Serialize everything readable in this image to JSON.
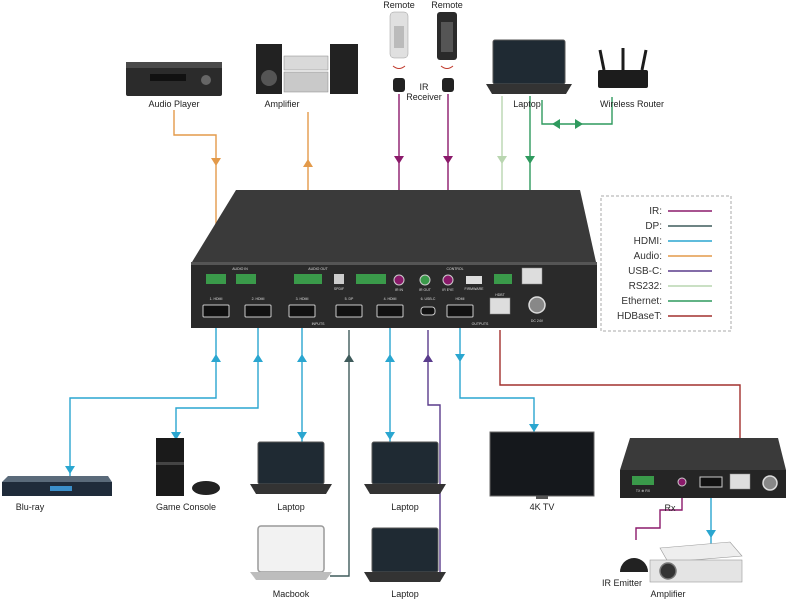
{
  "devices": {
    "audio_player": "Audio Player",
    "amplifier_top": "Amplifier",
    "remote_left": "Remote",
    "remote_right": "Remote",
    "ir_receiver": "IR\nReceiver",
    "laptop_top": "Laptop",
    "wireless_router": "Wireless Router",
    "bluray": "Blu-ray",
    "game_console": "Game Console",
    "laptop_1": "Laptop",
    "laptop_2": "Laptop",
    "macbook": "Macbook",
    "laptop_3": "Laptop",
    "tv": "4K TV",
    "rx": "Rx",
    "ir_emitter": "IR Emitter",
    "amplifier_bottom": "Amplifier"
  },
  "legend": [
    {
      "label": "IR:",
      "color": "#8b1a6b"
    },
    {
      "label": "DP:",
      "color": "#3f5b5b"
    },
    {
      "label": "HDMI:",
      "color": "#2aa6d0"
    },
    {
      "label": "Audio:",
      "color": "#e39a4a"
    },
    {
      "label": "USB-C:",
      "color": "#5a3c8c"
    },
    {
      "label": "RS232:",
      "color": "#b9d6b0"
    },
    {
      "label": "Ethernet:",
      "color": "#2f9a5e"
    },
    {
      "label": "HDBaseT:",
      "color": "#a2312e"
    }
  ],
  "switcher": {
    "audio_in": "AUDIO IN",
    "audio_out": "AUDIO OUT",
    "control": "CONTROL",
    "inputs": "INPUTS",
    "outputs": "OUTPUTS",
    "port_1": "1. HDMI",
    "port_2": "2. HDMI",
    "port_3": "3. HDMI",
    "port_4": "5. DP",
    "port_5": "4. HDMI",
    "port_6": "6. USB-C",
    "port_7": "HDMI",
    "dc": "DC 24V",
    "spdif": "SPDIF",
    "ir_in": "IR IN",
    "ir_out": "IR OUT",
    "ir_eye": "IR EYE",
    "firmware": "FIRMWARE",
    "hdbt": "HDBT"
  },
  "rx_box": {
    "port_label": "TX ⊕ RX"
  }
}
